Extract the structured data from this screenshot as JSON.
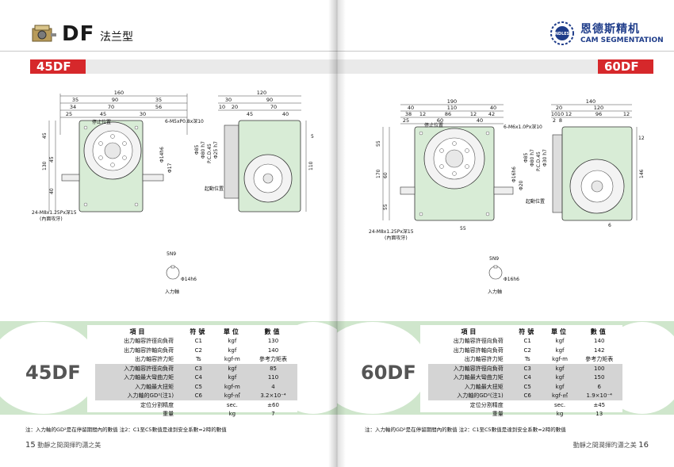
{
  "header": {
    "series_code": "DF",
    "series_name": "法兰型",
    "brand_cn": "恩德斯精机",
    "brand_en": "CAM SEGMENTATION",
    "logo_mark": "ENDLESS"
  },
  "left": {
    "model": "45DF",
    "drawing": {
      "front_width_total": "160",
      "front_dims_row1": [
        "35",
        "90",
        "35"
      ],
      "front_dims_row2": [
        "34",
        "70",
        "56"
      ],
      "front_dims_row3": [
        "25",
        "45",
        "30"
      ],
      "stop_position": "停止位置",
      "flange_holes": "6-M5xP0.8x深10",
      "left_dims": [
        "45",
        "130",
        "45",
        "40"
      ],
      "shaft_dia": "Φ14h6",
      "shaft_len": "Φ17",
      "bottom_holes": "24-M8x1.25Px深15",
      "bottom_holes_note": "(內面攻牙)",
      "side_width_total": "120",
      "side_dims_row1": [
        "30",
        "90"
      ],
      "side_dims_row2": [
        "10",
        "20",
        "70"
      ],
      "side_dims_row3": [
        "45",
        "40"
      ],
      "side_dias": [
        "Φ85",
        "Φ80 h7",
        "P.C.D.45",
        "Φ25 h7"
      ],
      "side_right_dims": [
        "5",
        "110"
      ],
      "origin_position": "起動位置",
      "keyway": "5N9",
      "keyway_shaft": "Φ14h6",
      "input_shaft": "入力軸"
    },
    "table": {
      "headers": [
        "項目",
        "符號",
        "單位",
        "數值"
      ],
      "rows": [
        {
          "item": "出力軸容許徑向負荷",
          "symbol": "C1",
          "unit": "kgf",
          "value": "130"
        },
        {
          "item": "出力軸容許軸向負荷",
          "symbol": "C2",
          "unit": "kgf",
          "value": "140"
        },
        {
          "item": "出力軸容許力矩",
          "symbol": "Ts",
          "unit": "kgf-m",
          "value": "參考力矩表"
        },
        {
          "item": "入力軸容許徑向負荷",
          "symbol": "C3",
          "unit": "kgf",
          "value": "85"
        },
        {
          "item": "入力軸最大彎曲力矩",
          "symbol": "C4",
          "unit": "kgf",
          "value": "110"
        },
        {
          "item": "入力軸最大扭矩",
          "symbol": "C5",
          "unit": "kgf-m",
          "value": "4"
        },
        {
          "item": "入力軸的GD²(注1)",
          "symbol": "C6",
          "unit": "kgf-㎡",
          "value": "3.2×10⁻⁴"
        },
        {
          "item": "定位分割精度",
          "symbol": "",
          "unit": "sec.",
          "value": "±60"
        },
        {
          "item": "重量",
          "symbol": "",
          "unit": "kg",
          "value": "7"
        }
      ]
    },
    "note": "注：入力軸的GD²是在停留期間內的數值  注2：C1至C5數值是達到安全系數=2時的數值",
    "page_number": "15",
    "footer_text": "動靜之間潤揮旳瀟之美"
  },
  "right": {
    "model": "60DF",
    "drawing": {
      "front_width_total": "190",
      "front_dims_row1": [
        "40",
        "110",
        "40"
      ],
      "front_dims_row2": [
        "38",
        "12",
        "86",
        "12",
        "42"
      ],
      "front_dims_row3": [
        "25",
        "60",
        "40"
      ],
      "stop_position": "停止位置",
      "flange_holes": "6-M6x1.0Px深10",
      "left_dims": [
        "55",
        "170",
        "60",
        "55"
      ],
      "shaft_dia": "Φ16h6",
      "shaft_len": "Φ20",
      "bottom_holes": "24-M8x1.25Px深15",
      "bottom_holes_note": "(內面攻牙)",
      "bottom_dim": "55",
      "side_width_total": "140",
      "side_dims_row1": [
        "20",
        "120"
      ],
      "side_dims_row2": [
        "10",
        "10",
        "12",
        "96",
        "12"
      ],
      "side_dims_row3": [
        "2",
        "8"
      ],
      "side_dias": [
        "Φ85",
        "Φ80 h7",
        "P.C.D.45",
        "Φ30 h7"
      ],
      "side_right_dims": [
        "12",
        "146"
      ],
      "side_bottom": "6",
      "origin_position": "起動位置",
      "keyway": "5N9",
      "keyway_shaft": "Φ16h6",
      "input_shaft": "入力軸"
    },
    "table": {
      "headers": [
        "項目",
        "符號",
        "單位",
        "數值"
      ],
      "rows": [
        {
          "item": "出力軸容許徑向負荷",
          "symbol": "C1",
          "unit": "kgf",
          "value": "140"
        },
        {
          "item": "出力軸容許軸向負荷",
          "symbol": "C2",
          "unit": "kgf",
          "value": "142"
        },
        {
          "item": "出力軸容許力矩",
          "symbol": "Ts",
          "unit": "kgf-m",
          "value": "參考力矩表"
        },
        {
          "item": "入力軸容許徑向負荷",
          "symbol": "C3",
          "unit": "kgf",
          "value": "100"
        },
        {
          "item": "入力軸最大彎曲力矩",
          "symbol": "C4",
          "unit": "kgf",
          "value": "150"
        },
        {
          "item": "入力軸最大扭矩",
          "symbol": "C5",
          "unit": "kgf",
          "value": "6"
        },
        {
          "item": "入力軸的GD²(注1)",
          "symbol": "C6",
          "unit": "kgf-㎡",
          "value": "1.9×10⁻⁴"
        },
        {
          "item": "定位分割精度",
          "symbol": "",
          "unit": "sec.",
          "value": "±45"
        },
        {
          "item": "重量",
          "symbol": "",
          "unit": "kg",
          "value": "13"
        }
      ]
    },
    "note": "注：入力軸的GD²是在停留期間內的數值  注2：C1至C5數值是達到安全系數=2時的數值",
    "page_number": "16",
    "footer_text": "動靜之間潤揮旳瀟之美"
  },
  "colors": {
    "accent_red": "#d6282b",
    "housing_green": "#d8ecd6",
    "band_green": "#cfe6cc",
    "brand_blue": "#1f3d8a"
  }
}
